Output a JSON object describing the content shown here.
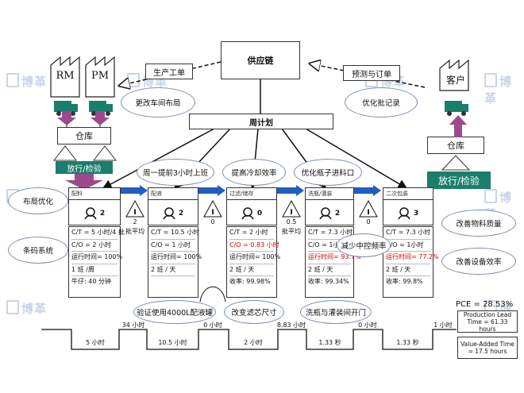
{
  "supply_chain": "供应链",
  "production_order": "生产工单",
  "forecast_order": "预测与订单",
  "weekly_plan": "周计划",
  "suppliers": [
    "RM",
    "PM"
  ],
  "customer": "客户",
  "warehouse_left": "仓库",
  "release_left": "放行/检验",
  "warehouse_right": "仓库",
  "release_right": "放行/检验",
  "kaizen": {
    "workshop_layout": "更改车间布局",
    "batch_record": "优化批记录",
    "layout_opt": "布局优化",
    "barcode": "条码系统",
    "advance_shift": "周一提前3小时上班",
    "cooling": "提高冷却效率",
    "bottle_feed": "优化瓶子进料口",
    "material_quality": "改善物料质量",
    "equipment_eff": "改善设备效率",
    "reduce_freq": "减少中控频率",
    "confirm_400l": "验证使用4000L配液罐",
    "filter_size": "改变滤芯尺寸",
    "wash_door": "洗瓶与灌装间开门"
  },
  "processes": [
    {
      "name": "配料",
      "ops": "2",
      "ct": "C/T = 5 小时/4 批",
      "co": "C/O = 2 小时",
      "co_red": false,
      "ut": "运行时间= 100%",
      "ut_red": false,
      "shift": "1 班 /周",
      "extra": "牛仔: 40 分钟"
    },
    {
      "name": "配液",
      "ops": "2",
      "ct": "C/T = 10.5 小时",
      "co": "C/O = 1 小时",
      "co_red": false,
      "ut": "运行时间= 100%",
      "ut_red": false,
      "shift": "2 班 / 天",
      "extra": ""
    },
    {
      "name": "过滤/储存",
      "ops": "0",
      "ct": "C/T = 2 小时",
      "co": "C/O = 0.83 小时",
      "co_red": true,
      "ut": "运行时间= 100%",
      "ut_red": false,
      "shift": "2 班 / 天",
      "extra": "收率: 99.98%"
    },
    {
      "name": "洗瓶/灌装",
      "ops": "2",
      "ct": "C/T = 7.3 小时",
      "co": "C/O = 1小时",
      "co_red": false,
      "ut": "运行时间= 93.7%",
      "ut_red": true,
      "shift": "2 班 / 天",
      "extra": "收率: 99.34%"
    },
    {
      "name": "二次包装",
      "ops": "3",
      "ct": "C/T = 7.3 小时",
      "co": "C/O = 1小时",
      "co_red": false,
      "ut": "运行时间= 77.2%",
      "ut_red": true,
      "shift": "2 班 / 天",
      "extra": "收率: 99.8%"
    }
  ],
  "inventory": [
    {
      "count": "2",
      "label": "批平均"
    },
    {
      "count": "0",
      "label": ""
    },
    {
      "count": "0.5",
      "label": "批平均"
    },
    {
      "count": "0",
      "label": ""
    }
  ],
  "timeline_waits": [
    "34 小时",
    "0 小时",
    "8.83 小时",
    "0 小时",
    "1 小时"
  ],
  "timeline_process": [
    "5 小时",
    "10.5 小时",
    "2 小时",
    "1.33 秒",
    "1.33 秒"
  ],
  "pce": "PCE = 28.53%",
  "lead_time": "Production Lead Time = 61.33 hours",
  "value_added": "Value-Added Time = 17.5 hours",
  "watermark": "博革"
}
